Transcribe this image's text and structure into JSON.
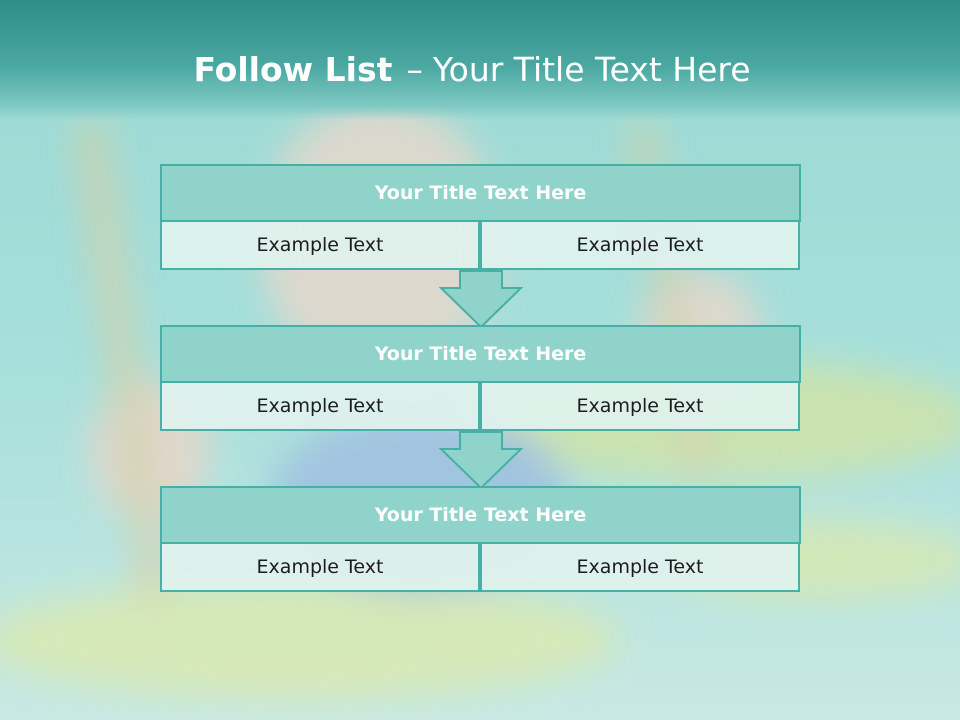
{
  "slide": {
    "title_bold": "Follow List",
    "title_dash": "–",
    "title_rest": "Your Title Text Here"
  },
  "blocks": [
    {
      "title": "Your Title Text Here",
      "cells": [
        "Example Text",
        "Example Text"
      ]
    },
    {
      "title": "Your Title Text Here",
      "cells": [
        "Example Text",
        "Example Text"
      ]
    },
    {
      "title": "Your Title Text Here",
      "cells": [
        "Example Text",
        "Example Text"
      ]
    }
  ],
  "colors": {
    "header": "#2f8f88",
    "title_fill": "#8fd3ca",
    "border": "#46b0a6",
    "cell_fill": "#e0f2ee",
    "arrow_fill": "#8fd3ca"
  },
  "icons": [
    "down-arrow-icon"
  ]
}
